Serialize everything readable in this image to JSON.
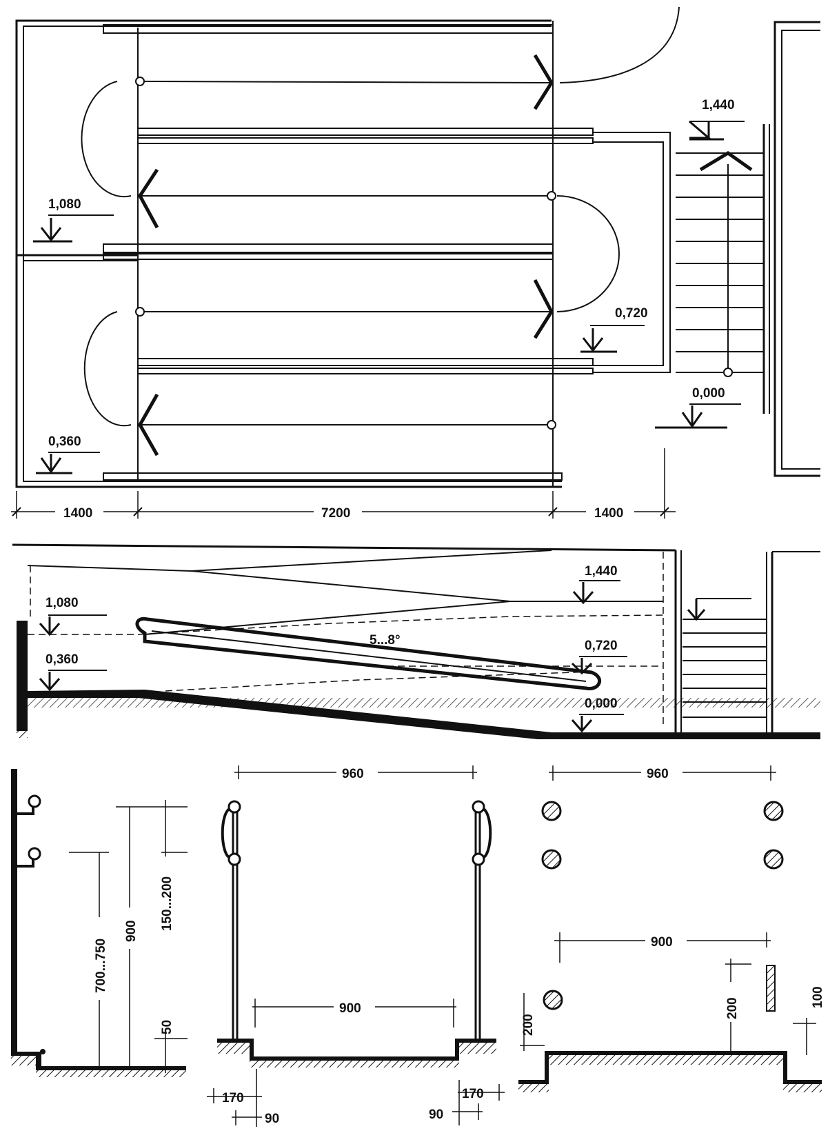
{
  "plan": {
    "levels": {
      "l1440": "1,440",
      "l1080": "1,080",
      "l0720": "0,720",
      "l0360": "0,360",
      "l0000": "0,000"
    },
    "dims": {
      "left": "1400",
      "middle": "7200",
      "right": "1400"
    }
  },
  "section": {
    "levels": {
      "l1440": "1,440",
      "l1080": "1,080",
      "l0720": "0,720",
      "l0360": "0,360",
      "l0000": "0,000"
    },
    "slope": "5...8°"
  },
  "details": {
    "side": {
      "height_range": "700...750",
      "height_900": "900",
      "spacing": "150...200",
      "edge": "50"
    },
    "front": {
      "top_width": "960",
      "clear_width": "900",
      "left_offset": "170",
      "left_inset": "90",
      "right_offset": "170",
      "right_inset": "90"
    },
    "curb": {
      "top_width": "960",
      "clear_width": "900",
      "left_height": "200",
      "right_height": "200",
      "kerb": "100"
    }
  },
  "colors": {
    "ink": "#111111",
    "paper": "#ffffff"
  }
}
